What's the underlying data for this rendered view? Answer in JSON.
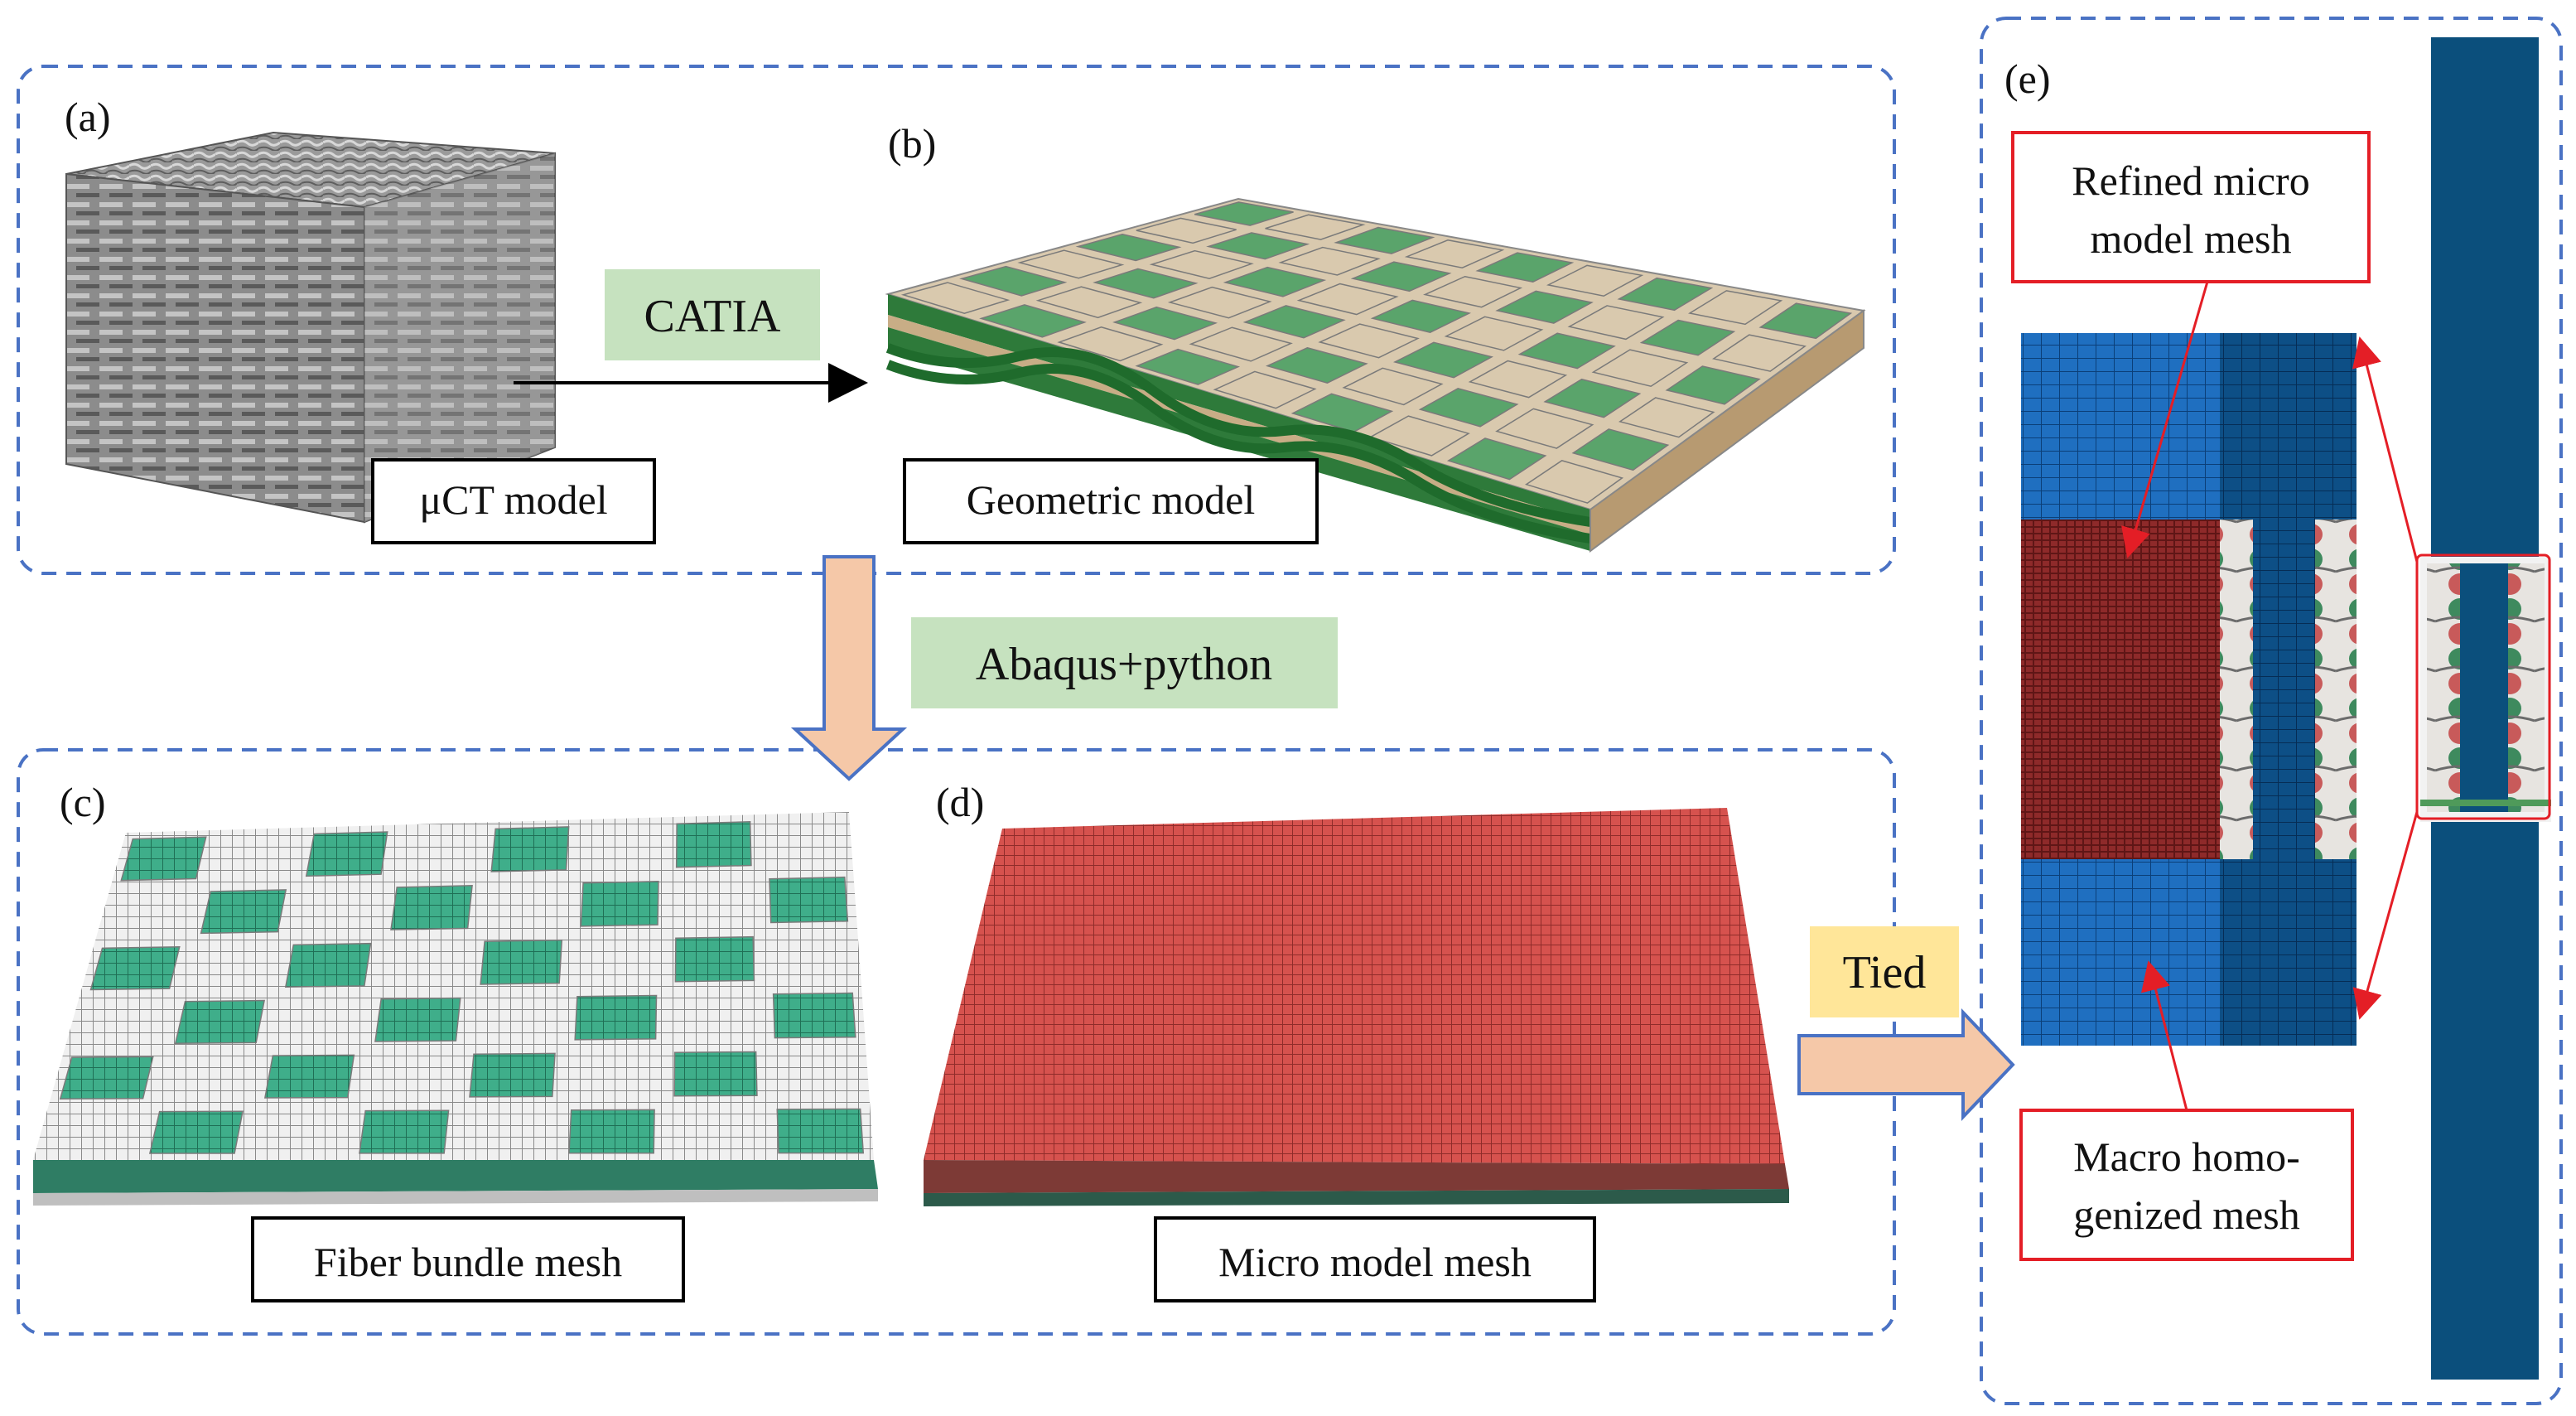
{
  "panels": {
    "a": {
      "letter": "(a)",
      "caption": "μCT model"
    },
    "b": {
      "letter": "(b)",
      "caption": "Geometric model"
    },
    "c": {
      "letter": "(c)",
      "caption": "Fiber bundle mesh"
    },
    "d": {
      "letter": "(d)",
      "caption": "Micro model mesh"
    },
    "e": {
      "letter": "(e)",
      "callout_top_1": "Refined micro",
      "callout_top_2": "model mesh",
      "callout_bottom_1": "Macro homo-",
      "callout_bottom_2": "genized mesh"
    }
  },
  "steps": {
    "catia": "CATIA",
    "abaqus": "Abaqus+python",
    "tied": "Tied"
  },
  "colors": {
    "dashed_border": "#4a72c4",
    "callout_red": "#e41e26",
    "label_green_bg": "#c6e2bf",
    "label_yellow_bg": "#ffe699",
    "flow_arrow": "#f5c8a8",
    "tow_green": "#5aa46b",
    "tow_beige": "#d9c9ae",
    "mesh_teal": "#3fae8a",
    "mesh_red": "#d6524e",
    "macro_blue": "#1f6fc0",
    "macro_dark_blue": "#0b4f7c",
    "refined_red": "#8e2a2a"
  }
}
